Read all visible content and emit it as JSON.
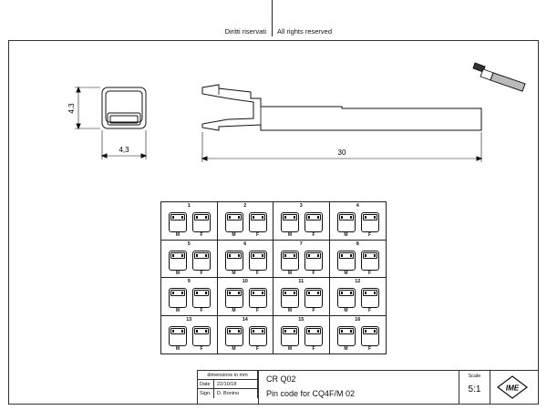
{
  "header": {
    "rights_it": "Diritti riservati",
    "rights_en": "All rights reserved"
  },
  "drawing": {
    "dim_height": "4,3",
    "dim_width": "4,3",
    "dim_length": "30"
  },
  "pin_code_table": {
    "cells": [
      {
        "num": "1",
        "m": "M",
        "f": "F"
      },
      {
        "num": "2",
        "m": "M",
        "f": "F"
      },
      {
        "num": "3",
        "m": "M",
        "f": "F"
      },
      {
        "num": "4",
        "m": "M",
        "f": "F"
      },
      {
        "num": "5",
        "m": "M",
        "f": "F"
      },
      {
        "num": "6",
        "m": "M",
        "f": "F"
      },
      {
        "num": "7",
        "m": "M",
        "f": "F"
      },
      {
        "num": "8",
        "m": "M",
        "f": "F"
      },
      {
        "num": "9",
        "m": "M",
        "f": "F"
      },
      {
        "num": "10",
        "m": "M",
        "f": "F"
      },
      {
        "num": "11",
        "m": "M",
        "f": "F"
      },
      {
        "num": "12",
        "m": "M",
        "f": "F"
      },
      {
        "num": "13",
        "m": "M",
        "f": "F"
      },
      {
        "num": "14",
        "m": "M",
        "f": "F"
      },
      {
        "num": "15",
        "m": "M",
        "f": "F"
      },
      {
        "num": "16",
        "m": "M",
        "f": "F"
      }
    ]
  },
  "title_block": {
    "units": "dimensions in mm",
    "date_label": "Date",
    "date_value": "22/10/18",
    "sign_label": "Sign.",
    "sign_value": "D. Bonino",
    "code": "CR Q02",
    "description": "Pin code for CQ4F/M 02",
    "scale_label": "Scale",
    "scale_value": "5:1",
    "logo_text": "IME"
  }
}
